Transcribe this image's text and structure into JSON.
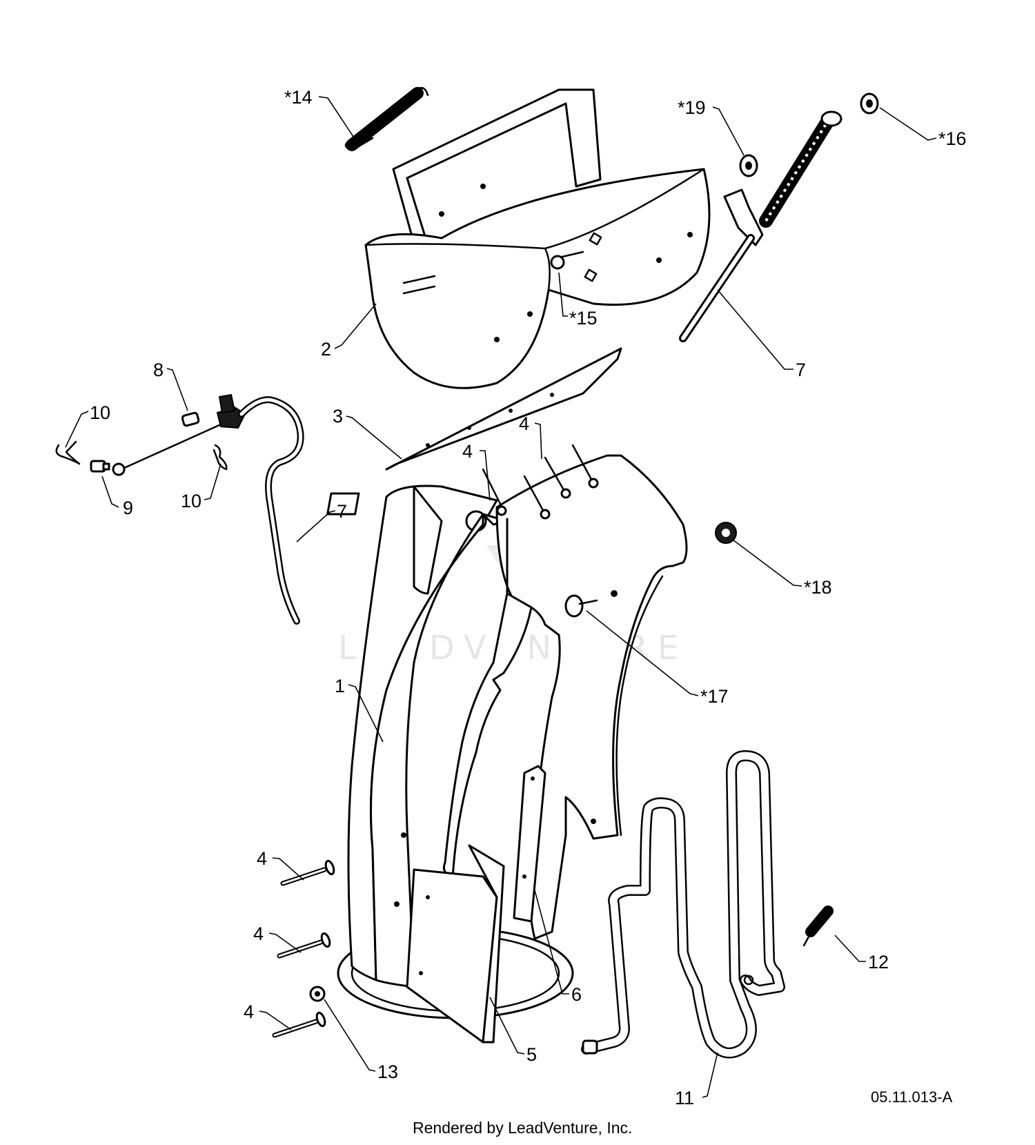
{
  "callouts": [
    {
      "id": "c14",
      "label": "*14"
    },
    {
      "id": "c19",
      "label": "*19"
    },
    {
      "id": "c16",
      "label": "*16"
    },
    {
      "id": "c15",
      "label": "*15"
    },
    {
      "id": "c2",
      "label": "2"
    },
    {
      "id": "c7a",
      "label": "7"
    },
    {
      "id": "c8",
      "label": "8"
    },
    {
      "id": "c10a",
      "label": "10"
    },
    {
      "id": "c10b",
      "label": "10"
    },
    {
      "id": "c9",
      "label": "9"
    },
    {
      "id": "c3",
      "label": "3"
    },
    {
      "id": "c4a",
      "label": "4"
    },
    {
      "id": "c4b",
      "label": "4"
    },
    {
      "id": "c7b",
      "label": "7"
    },
    {
      "id": "c18",
      "label": "*18"
    },
    {
      "id": "c17",
      "label": "*17"
    },
    {
      "id": "c1",
      "label": "1"
    },
    {
      "id": "c4c",
      "label": "4"
    },
    {
      "id": "c4d",
      "label": "4"
    },
    {
      "id": "c4e",
      "label": "4"
    },
    {
      "id": "c12",
      "label": "12"
    },
    {
      "id": "c6",
      "label": "6"
    },
    {
      "id": "c5",
      "label": "5"
    },
    {
      "id": "c13",
      "label": "13"
    },
    {
      "id": "c11",
      "label": "11"
    }
  ],
  "watermark": "LEADVENTURE",
  "reference_code": "05.11.013-A",
  "credit": "Rendered by LeadVenture, Inc."
}
